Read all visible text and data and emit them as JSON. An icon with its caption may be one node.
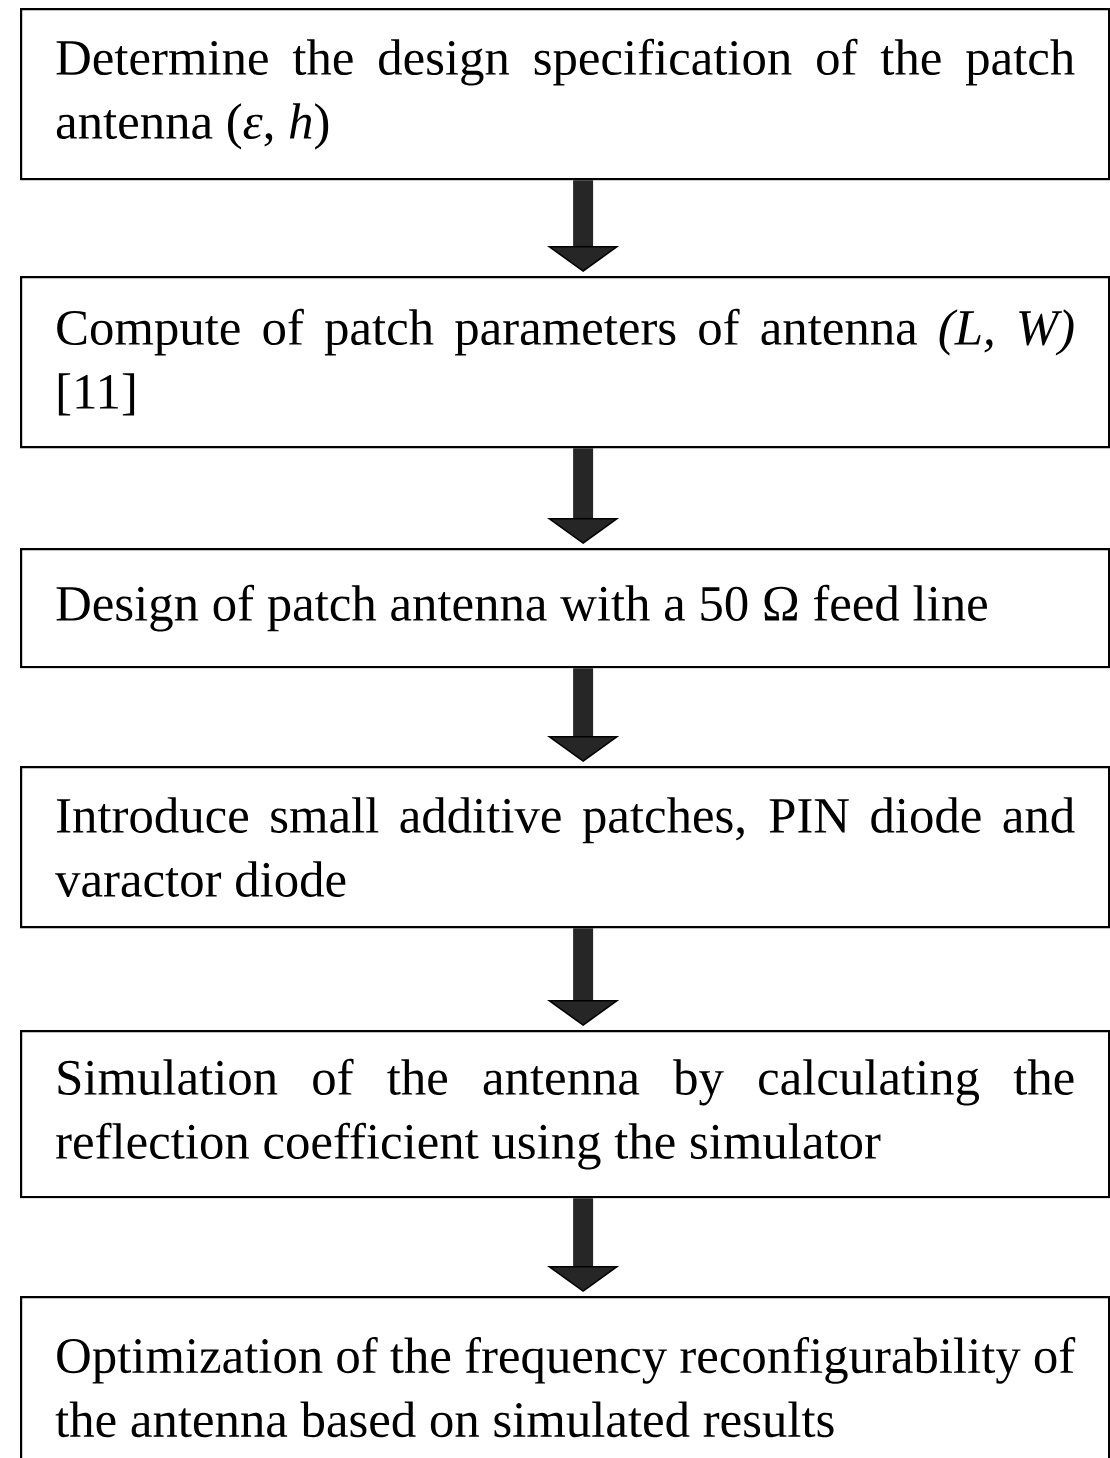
{
  "diagram": {
    "nodes": [
      {
        "text": [
          "Determine the design specification of the patch antenna (*ε*, *h*)"
        ]
      },
      {
        "text": [
          "Compute of patch parameters of antenna *(L, W)* [11]"
        ]
      },
      {
        "text": [
          "Design of patch antenna with a 50 Ω feed line"
        ]
      },
      {
        "text": [
          "Introduce small additive patches, PIN diode and varactor diode"
        ]
      },
      {
        "text": [
          "Simulation of the antenna by calculating the reflection coefficient using the simulator"
        ]
      },
      {
        "text": [
          "Optimization of the frequency reconfigurability of the antenna based on simulated results"
        ]
      }
    ],
    "edges": [
      {
        "from": 0,
        "to": 1,
        "arrow": "to"
      },
      {
        "from": 1,
        "to": 2,
        "arrow": "to"
      },
      {
        "from": 2,
        "to": 3,
        "arrow": "to"
      },
      {
        "from": 3,
        "to": 4,
        "arrow": "to"
      },
      {
        "from": 4,
        "to": 5,
        "arrow": "to"
      }
    ]
  }
}
